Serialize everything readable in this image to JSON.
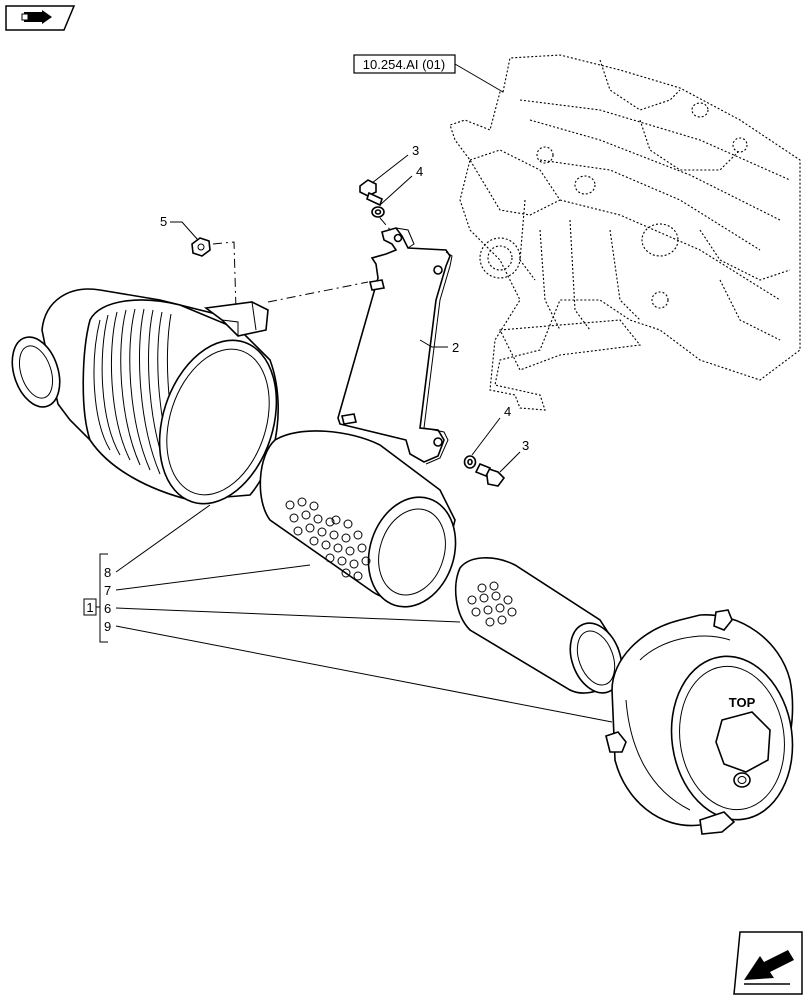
{
  "reference": {
    "label": "10.254.AI (01)"
  },
  "callouts": {
    "c3a": "3",
    "c4a": "4",
    "c5": "5",
    "c2": "2",
    "c4b": "4",
    "c3b": "3",
    "c8": "8",
    "c7": "7",
    "c6": "6",
    "c9": "9",
    "kit": "1"
  },
  "cover_text": "TOP",
  "icons": {
    "top_left": "book-arrow-icon",
    "bottom_right": "next-page-arrow-icon"
  }
}
